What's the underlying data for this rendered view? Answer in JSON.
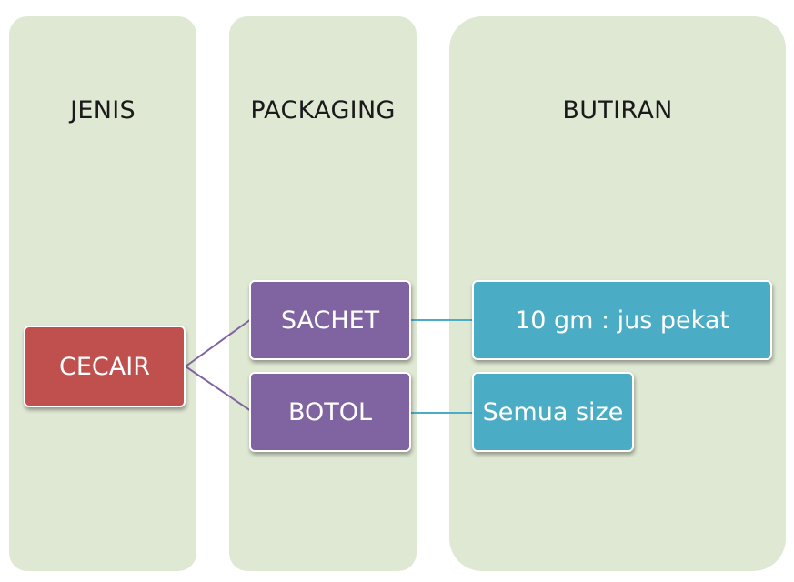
{
  "columns": {
    "jenis": "JENIS",
    "packaging": "PACKAGING",
    "butiran": "BUTIRAN"
  },
  "nodes": {
    "cecair": "CECAIR",
    "sachet": "SACHET",
    "botol": "BOTOL",
    "sachet_detail": "10 gm : jus pekat",
    "botol_detail": "Semua size"
  },
  "colors": {
    "column_bg": "#dfe8d3",
    "red": "#c0504d",
    "purple": "#8064a2",
    "teal": "#4bacc6"
  }
}
